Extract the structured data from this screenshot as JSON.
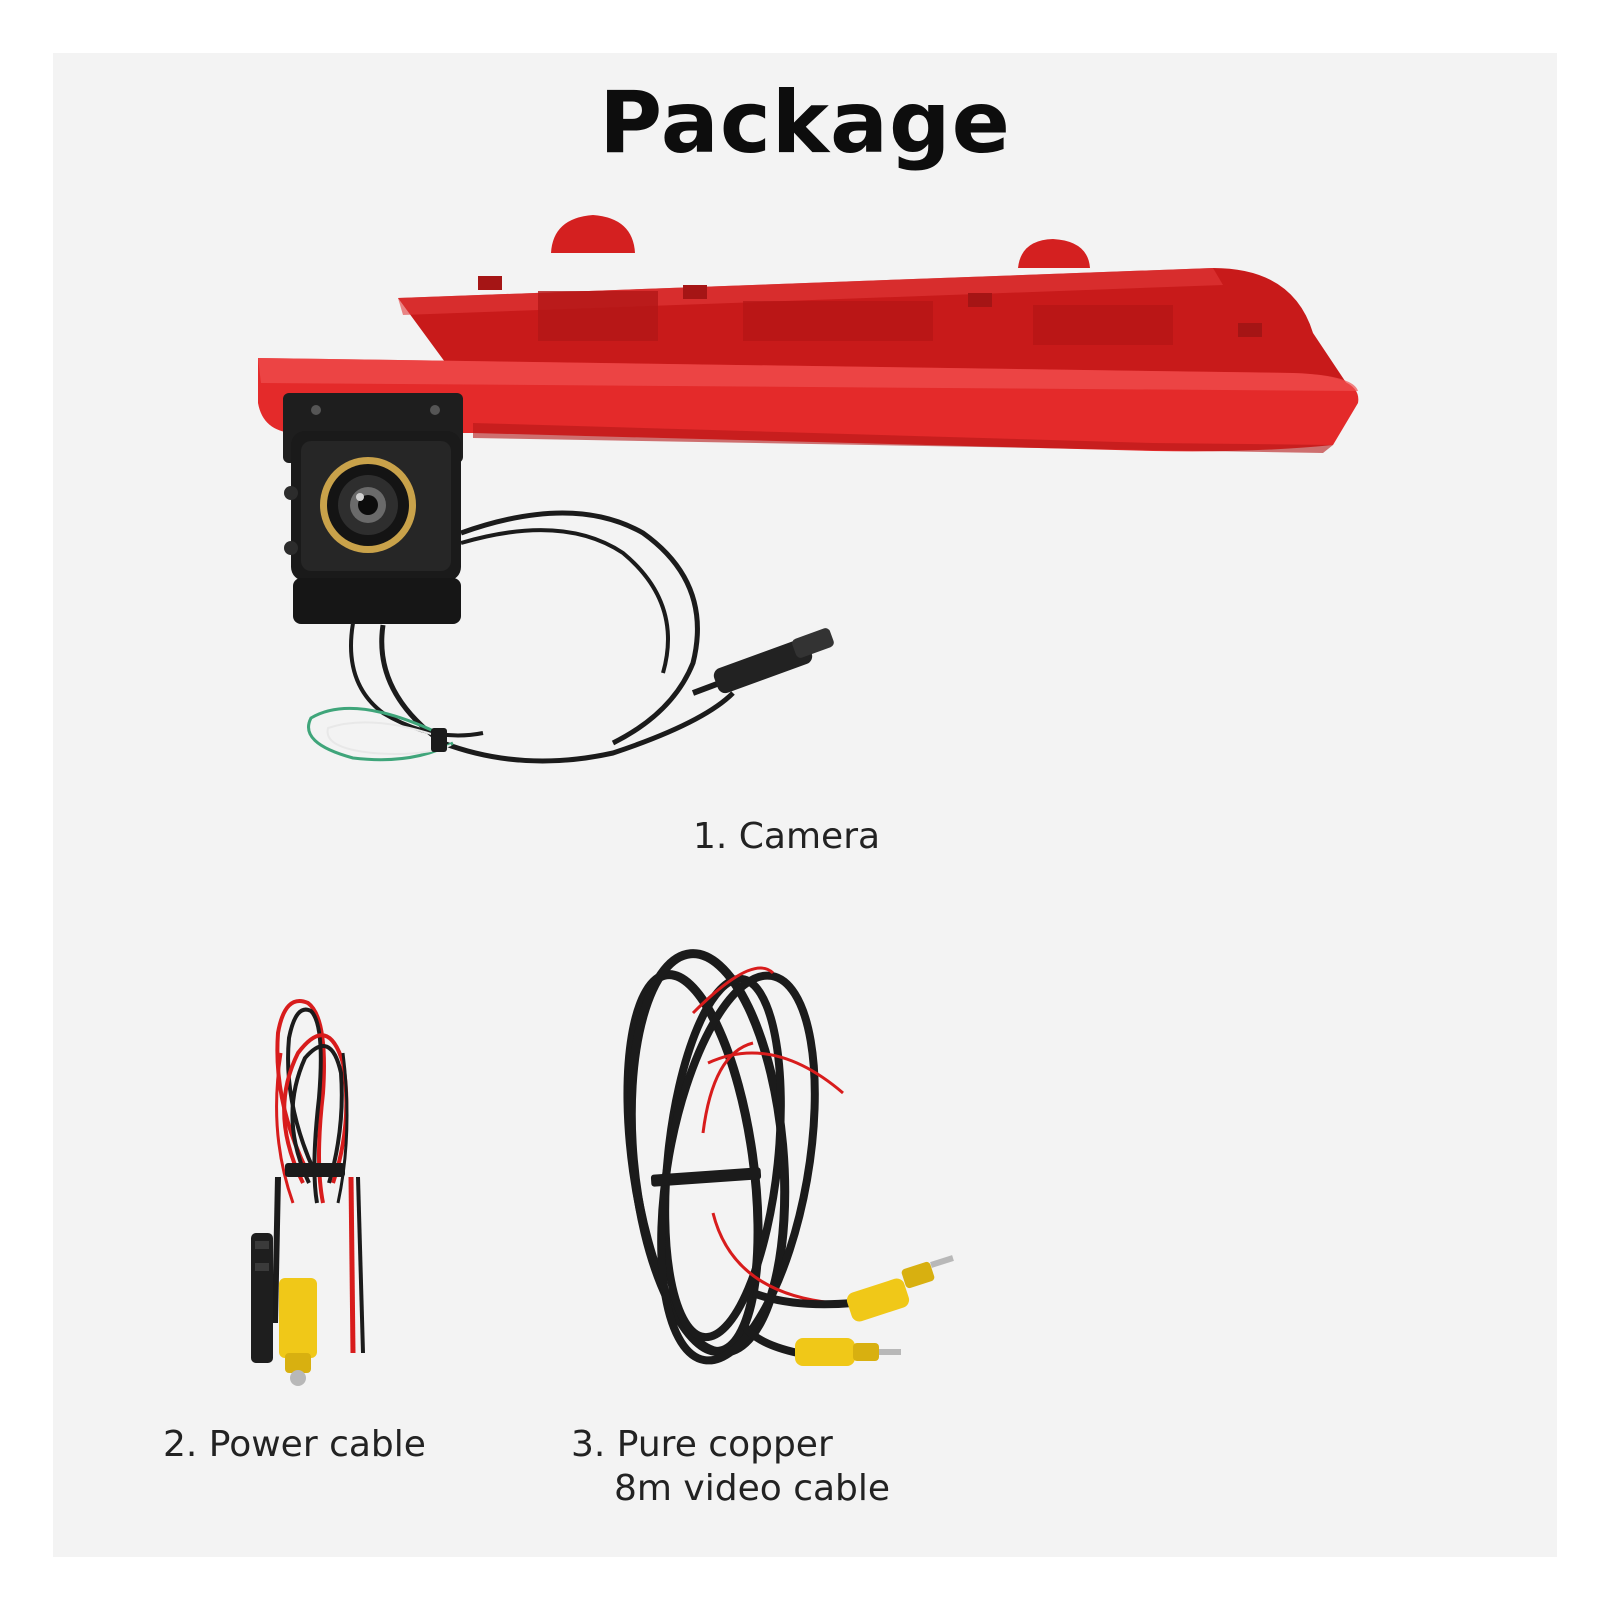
{
  "title": "Package",
  "items": [
    {
      "label": "1. Camera"
    },
    {
      "label": "2. Power cable"
    },
    {
      "label_line1": "3. Pure copper",
      "label_line2": "8m video cable"
    }
  ],
  "colors": {
    "background": "#f3f3f3",
    "brake_light": "#e02525",
    "camera_body": "#1a1a1a",
    "lens_ring": "#c9a24a",
    "rca_yellow": "#f0c818",
    "wire_red": "#d81c1c",
    "wire_black": "#1b1b1b"
  }
}
